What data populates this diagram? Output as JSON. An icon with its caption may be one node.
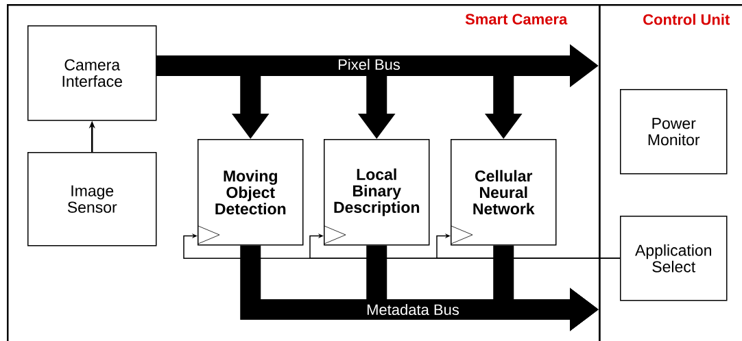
{
  "diagram": {
    "nodes": [
      {
        "text": [
          "Smart Camera"
        ]
      },
      {
        "text": [
          "Control Unit"
        ]
      },
      {
        "text": [
          "Camera Interface"
        ],
        "in": 0
      },
      {
        "text": [
          "Image Sensor"
        ],
        "in": 0
      },
      {
        "text": [
          "Moving Object Detection"
        ],
        "in": 0
      },
      {
        "text": [
          "Local Binary Description"
        ],
        "in": 0
      },
      {
        "text": [
          "Cellular Neural Network"
        ],
        "in": 0
      },
      {
        "text": [
          "Power Monitor"
        ],
        "in": 1
      },
      {
        "text": [
          "Application Select"
        ],
        "in": 1
      }
    ],
    "edges": [
      {
        "from": 3,
        "to": 2,
        "arrow": "to"
      },
      {
        "from": 2,
        "to": 1,
        "arrow": "to",
        "label": "Pixel Bus"
      },
      {
        "from": 2,
        "to": 4,
        "arrow": "to"
      },
      {
        "from": 2,
        "to": 5,
        "arrow": "to"
      },
      {
        "from": 2,
        "to": 6,
        "arrow": "to"
      },
      {
        "from": 4,
        "to": 1,
        "arrow": "to",
        "label": "Metadata Bus"
      },
      {
        "from": 5,
        "to": 1,
        "arrow": "to"
      },
      {
        "from": 6,
        "to": 1,
        "arrow": "to"
      },
      {
        "from": 8,
        "to": 4,
        "arrow": "to"
      },
      {
        "from": 8,
        "to": 5,
        "arrow": "to"
      },
      {
        "from": 8,
        "to": 6,
        "arrow": "to"
      }
    ]
  }
}
